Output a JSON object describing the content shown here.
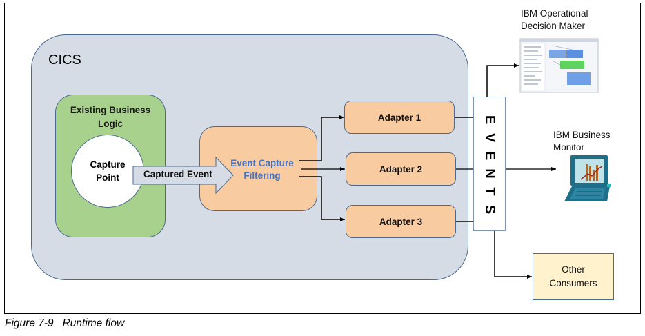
{
  "diagram": {
    "container": {
      "label": "CICS"
    },
    "business_logic": {
      "label_line1": "Existing Business",
      "label_line2": "Logic"
    },
    "capture_point": {
      "label_line1": "Capture",
      "label_line2": "Point"
    },
    "captured_event_arrow": {
      "label": "Captured Event"
    },
    "filter": {
      "label_line1": "Event Capture",
      "label_line2": "Filtering"
    },
    "adapters": [
      {
        "label": "Adapter 1"
      },
      {
        "label": "Adapter 2"
      },
      {
        "label": "Adapter 3"
      }
    ],
    "events_bus": {
      "letters": [
        "E",
        "V",
        "E",
        "N",
        "T",
        "S"
      ]
    },
    "consumers": {
      "odm": {
        "label_line1": "IBM Operational",
        "label_line2": "Decision Maker",
        "icon": "screenshot-icon"
      },
      "monitor": {
        "label_line1": "IBM Business",
        "label_line2": "Monitor",
        "icon": "laptop-chart-icon"
      },
      "other": {
        "label_line1": "Other",
        "label_line2": "Consumers"
      }
    }
  },
  "caption": {
    "figure": "Figure 7-9",
    "title": "Runtime flow"
  },
  "colors": {
    "cics_bg": "#d6dce5",
    "business_logic_bg": "#a9d18e",
    "adapter_bg": "#f8cba0",
    "filter_text": "#4472c4",
    "other_consumers_bg": "#fff2cc",
    "border": "#4a6a8f"
  }
}
